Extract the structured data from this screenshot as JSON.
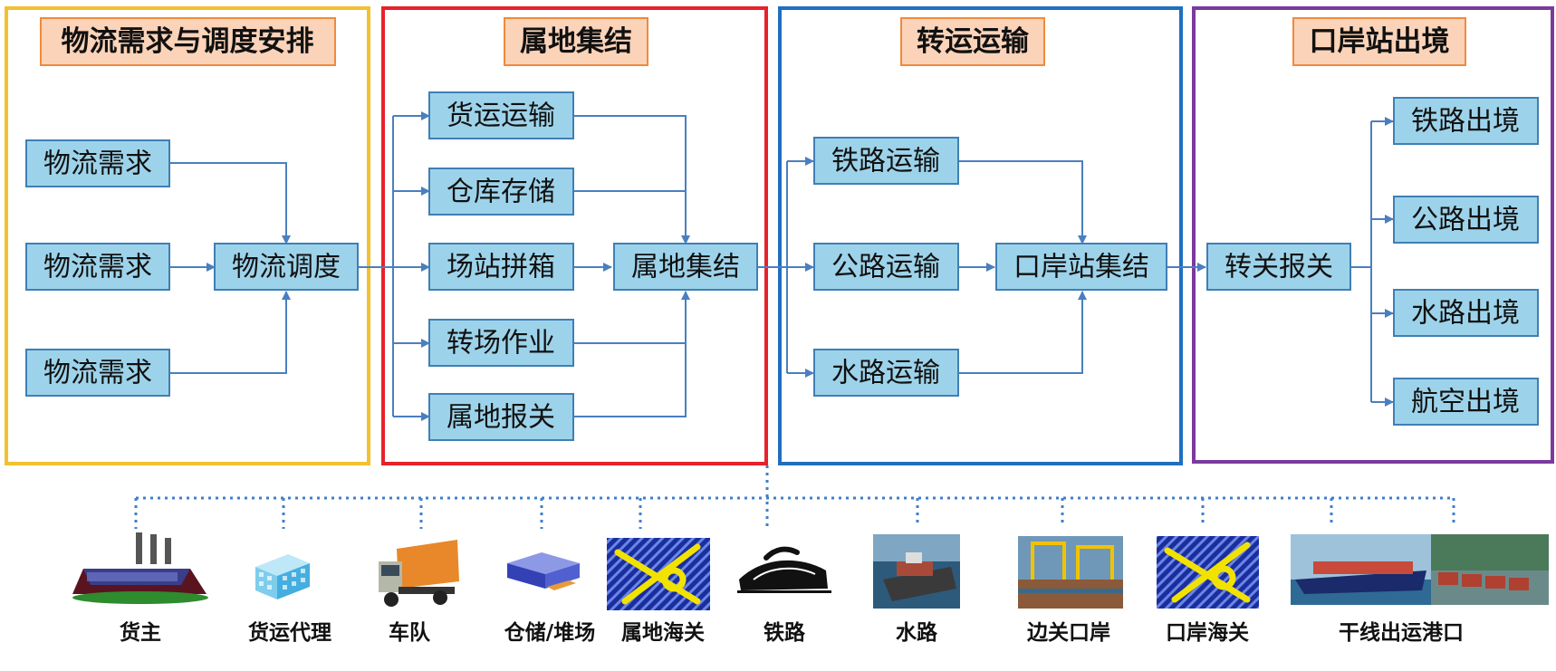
{
  "stages": [
    {
      "title": "物流需求与调度安排",
      "color": "#F2C12E"
    },
    {
      "title": "属地集结",
      "color": "#E8212B"
    },
    {
      "title": "转运运输",
      "color": "#1F6FBF"
    },
    {
      "title": "口岸站出境",
      "color": "#7B3A9E"
    }
  ],
  "nodes": {
    "demand1": "物流需求",
    "demand2": "物流需求",
    "demand3": "物流需求",
    "dispatch": "物流调度",
    "freight": "货运运输",
    "warehouse": "仓库存储",
    "consolidation": "场站拼箱",
    "transfer": "转场作业",
    "local_declare": "属地报关",
    "local_gather": "属地集结",
    "rail_transport": "铁路运输",
    "road_transport": "公路运输",
    "water_transport": "水路运输",
    "port_gather": "口岸站集结",
    "customs_transfer": "转关报关",
    "rail_exit": "铁路出境",
    "road_exit": "公路出境",
    "water_exit": "水路出境",
    "air_exit": "航空出境"
  },
  "participants": [
    {
      "label": "货主",
      "icon": "factory-icon"
    },
    {
      "label": "货运代理",
      "icon": "office-building-icon"
    },
    {
      "label": "车队",
      "icon": "truck-icon"
    },
    {
      "label": "仓储/堆场",
      "icon": "warehouse-icon"
    },
    {
      "label": "属地海关",
      "icon": "customs-emblem-icon"
    },
    {
      "label": "铁路",
      "icon": "train-icon"
    },
    {
      "label": "水路",
      "icon": "ship-icon"
    },
    {
      "label": "边关口岸",
      "icon": "port-cranes-icon"
    },
    {
      "label": "口岸海关",
      "icon": "customs-emblem-icon"
    },
    {
      "label": "干线出运港口",
      "icon": "container-ship-icon"
    }
  ],
  "colors": {
    "node_fill": "#9DD3EA",
    "node_stroke": "#3F7FB5",
    "arrow": "#4A7FBF",
    "title_fill": "#FBD3B8",
    "title_stroke": "#F08A3C",
    "dotted": "#3F7FC8"
  }
}
